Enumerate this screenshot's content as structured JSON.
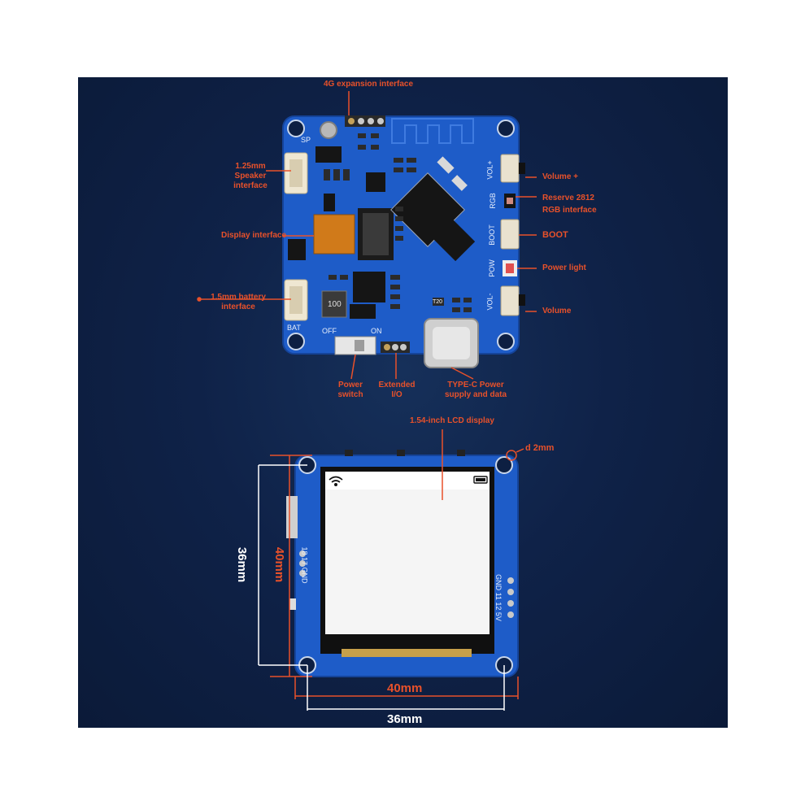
{
  "top_board": {
    "labels": {
      "expansion_4g": "4G expansion interface",
      "speaker": "1.25mm\nSpeaker\ninterface",
      "display": "Display interface",
      "battery": "1.5mm battery\ninterface",
      "volume_plus": "Volume +",
      "rgb": "Reserve 2812\nRGB interface",
      "boot": "BOOT",
      "power_light": "Power light",
      "volume": "Volume",
      "power_switch": "Power\nswitch",
      "extended_io": "Extended\nI/O",
      "typec": "TYPE-C Power\nsupply and data"
    },
    "silkscreen": {
      "sp": "SP",
      "bat": "BAT",
      "off": "OFF",
      "on": "ON",
      "vol_plus": "VOL+",
      "rgb": "RGB",
      "boot": "BOOT",
      "pow": "POW",
      "vol_minus": "VOL-",
      "ic_100": "100",
      "t20": "T20"
    }
  },
  "bottom_board": {
    "lcd_label": "1.54-inch LCD display",
    "hole_label": "d 2mm",
    "left_pins": "18 17 GND",
    "right_pins": "GND 11 12 5V",
    "dims": {
      "height_outer": "36mm",
      "height_inner": "40mm",
      "width_inner": "40mm",
      "width_outer": "36mm"
    }
  },
  "colors": {
    "background": "#0f2248",
    "pcb": "#1e5cc8",
    "accent": "#e8512a",
    "white": "#ffffff"
  }
}
